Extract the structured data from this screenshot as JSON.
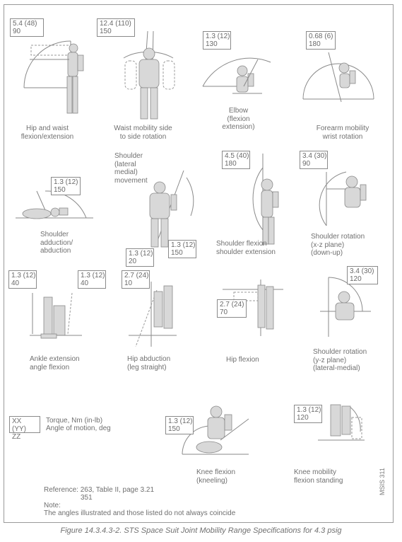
{
  "figures": [
    {
      "id": "hip-waist",
      "torque": "5.4 (48)",
      "angle": "90",
      "label": "Hip and waist\nflexion/extension"
    },
    {
      "id": "waist-rotation",
      "torque": "12.4 (110)",
      "angle": "150",
      "label": "Waist mobility side\nto side rotation"
    },
    {
      "id": "elbow",
      "torque": "1.3 (12)",
      "angle": "130",
      "label": "Elbow\n(flexion\nextension)"
    },
    {
      "id": "forearm",
      "torque": "0.68 (6)",
      "angle": "180",
      "label": "Forearm mobility\nwrist rotation"
    },
    {
      "id": "shoulder-adduction",
      "torque": "1.3 (12)",
      "angle": "150",
      "label": "Shoulder\nadduction/\nabduction"
    },
    {
      "id": "shoulder-lateral-medial",
      "torque": "1.3 (12)",
      "angle": "150",
      "torque2": "1.3 (12)",
      "angle2": "20",
      "label": "Shoulder\n(lateral\nmedial)\nmovement"
    },
    {
      "id": "shoulder-flexion",
      "torque": "4.5 (40)",
      "angle": "180",
      "label": "Shoulder flexion\nshoulder extension"
    },
    {
      "id": "shoulder-rotation-xz",
      "torque": "3.4 (30)",
      "angle": "90",
      "label": "Shoulder rotation\n(x-z plane)\n(down-up)"
    },
    {
      "id": "ankle",
      "torque": "1.3 (12)",
      "angle": "40",
      "torque2": "1.3 (12)",
      "angle2": "40",
      "label": "Ankle extension\nangle flexion"
    },
    {
      "id": "hip-abduction",
      "torque": "2.7 (24)",
      "angle": "10",
      "label": "Hip abduction\n(leg straight)"
    },
    {
      "id": "hip-flexion",
      "torque": "2.7 (24)",
      "angle": "70",
      "label": "Hip flexion"
    },
    {
      "id": "shoulder-rotation-yz",
      "torque": "3.4 (30)",
      "angle": "120",
      "label": "Shoulder rotation\n(y-z plane)\n(lateral-medial)"
    },
    {
      "id": "knee-kneeling",
      "torque": "1.3 (12)",
      "angle": "150",
      "label": "Knee flexion\n(kneeling)"
    },
    {
      "id": "knee-standing",
      "torque": "1.3 (12)",
      "angle": "120",
      "label": "Knee mobility\nflexion standing"
    }
  ],
  "legend": {
    "box_top": "XX (YY)",
    "box_bottom": "ZZ",
    "torque_text": "Torque, Nm (in-lb)",
    "angle_text": "Angle of motion, deg"
  },
  "reference": {
    "line1": "Reference: 263, Table II, page 3.21",
    "line2": "351",
    "note_title": "Note:",
    "note_text": "The angles illustrated and those listed do not always coincide"
  },
  "code": "MSIS 311",
  "caption": "Figure 14.3.4.3-2.  STS Space Suit Joint Mobility Range Specifications for 4.3 psig"
}
